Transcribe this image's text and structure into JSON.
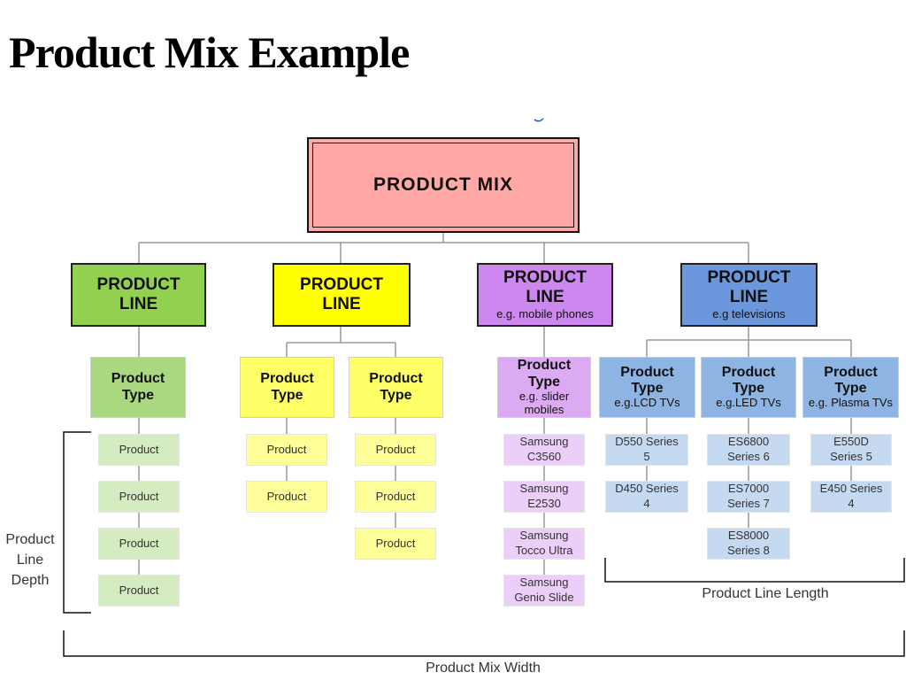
{
  "title": "Product Mix Example",
  "root": "PRODUCT MIX",
  "lines": [
    {
      "label": "PRODUCT LINE",
      "sub": "",
      "color": "#92d050"
    },
    {
      "label": "PRODUCT LINE",
      "sub": "",
      "color": "#ffff00"
    },
    {
      "label": "PRODUCT LINE",
      "sub": "e.g. mobile phones",
      "color": "#cc88ee"
    },
    {
      "label": "PRODUCT LINE",
      "sub": "e.g televisions",
      "color": "#6b97dc"
    }
  ],
  "types": [
    {
      "label": "Product Type",
      "sub": "",
      "color": "#aad880"
    },
    {
      "label": "Product Type",
      "sub": "",
      "color": "#ffff66"
    },
    {
      "label": "Product Type",
      "sub": "",
      "color": "#ffff66"
    },
    {
      "label": "Product Type",
      "sub": "e.g. slider mobiles",
      "color": "#dcaaf2"
    },
    {
      "label": "Product Type",
      "sub": "e.g.LCD TVs",
      "color": "#8eb4e3"
    },
    {
      "label": "Product Type",
      "sub": "e.g.LED TVs",
      "color": "#8eb4e3"
    },
    {
      "label": "Product Type",
      "sub": "e.g. Plasma TVs",
      "color": "#8eb4e3"
    }
  ],
  "products": [
    [
      "Product",
      "Product",
      "Product",
      "Product"
    ],
    [
      "Product",
      "Product"
    ],
    [
      "Product",
      "Product",
      "Product"
    ],
    [
      "Samsung C3560",
      "Samsung E2530",
      "Samsung Tocco Ultra",
      "Samsung Genio Slide"
    ],
    [
      "D550 Series 5",
      "D450 Series 4"
    ],
    [
      "ES6800 Series 6",
      "ES7000 Series 7",
      "ES8000 Series 8"
    ],
    [
      "E550D Series 5",
      "E450 Series 4"
    ]
  ],
  "product_colors": [
    "#d5ecc0",
    "#ffff99",
    "#ffff99",
    "#ebcff8",
    "#c5d9f1",
    "#c5d9f1",
    "#c5d9f1"
  ],
  "labels": {
    "depth": "Product Line Depth",
    "length": "Product Line Length",
    "width": "Product Mix Width"
  }
}
